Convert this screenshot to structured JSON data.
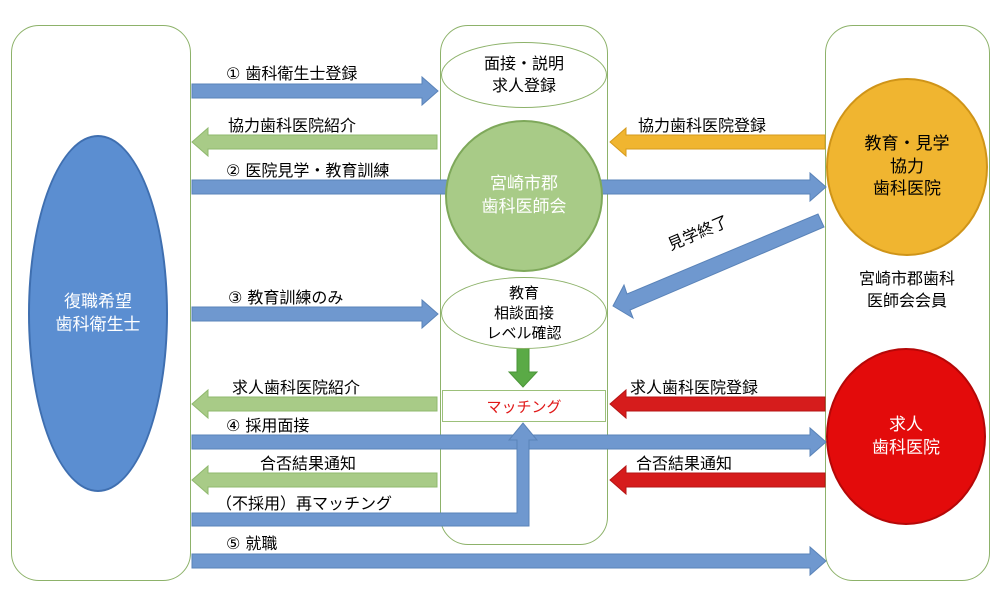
{
  "nodes": {
    "applicant": [
      "復職希望",
      "歯科衛生士"
    ],
    "interview": [
      "面接・説明",
      "求人登録"
    ],
    "association": [
      "宮崎市郡",
      "歯科医師会"
    ],
    "education": [
      "教育",
      "相談面接",
      "レベル確認"
    ],
    "matching": "マッチング",
    "cooperating_clinic": [
      "教育・見学",
      "協力",
      "歯科医院"
    ],
    "member_caption": [
      "宮崎市郡歯科",
      "医師会会員"
    ],
    "hiring_clinic": [
      "求人",
      "歯科医院"
    ]
  },
  "labels": {
    "step1": "①  歯科衛生士登録",
    "coop_intro": "協力歯科医院紹介",
    "step2": "②  医院見学・教育訓練",
    "step3": "③  教育訓練のみ",
    "hiring_intro": "求人歯科医院紹介",
    "step4": "④  採用面接",
    "result_to_applicant": "合否結果通知",
    "rematch": "（不採用）再マッチング",
    "step5": "⑤  就職",
    "coop_register": "協力歯科医院登録",
    "tour_done": "見学終了",
    "hiring_register": "求人歯科医院登録",
    "result_from_clinic": "合否結果通知"
  },
  "colors": {
    "blue": "#6f98cf",
    "green": "#a8cb87",
    "orange": "#f0b530",
    "red": "#d61c1c",
    "panel_border": "#8db26a"
  }
}
